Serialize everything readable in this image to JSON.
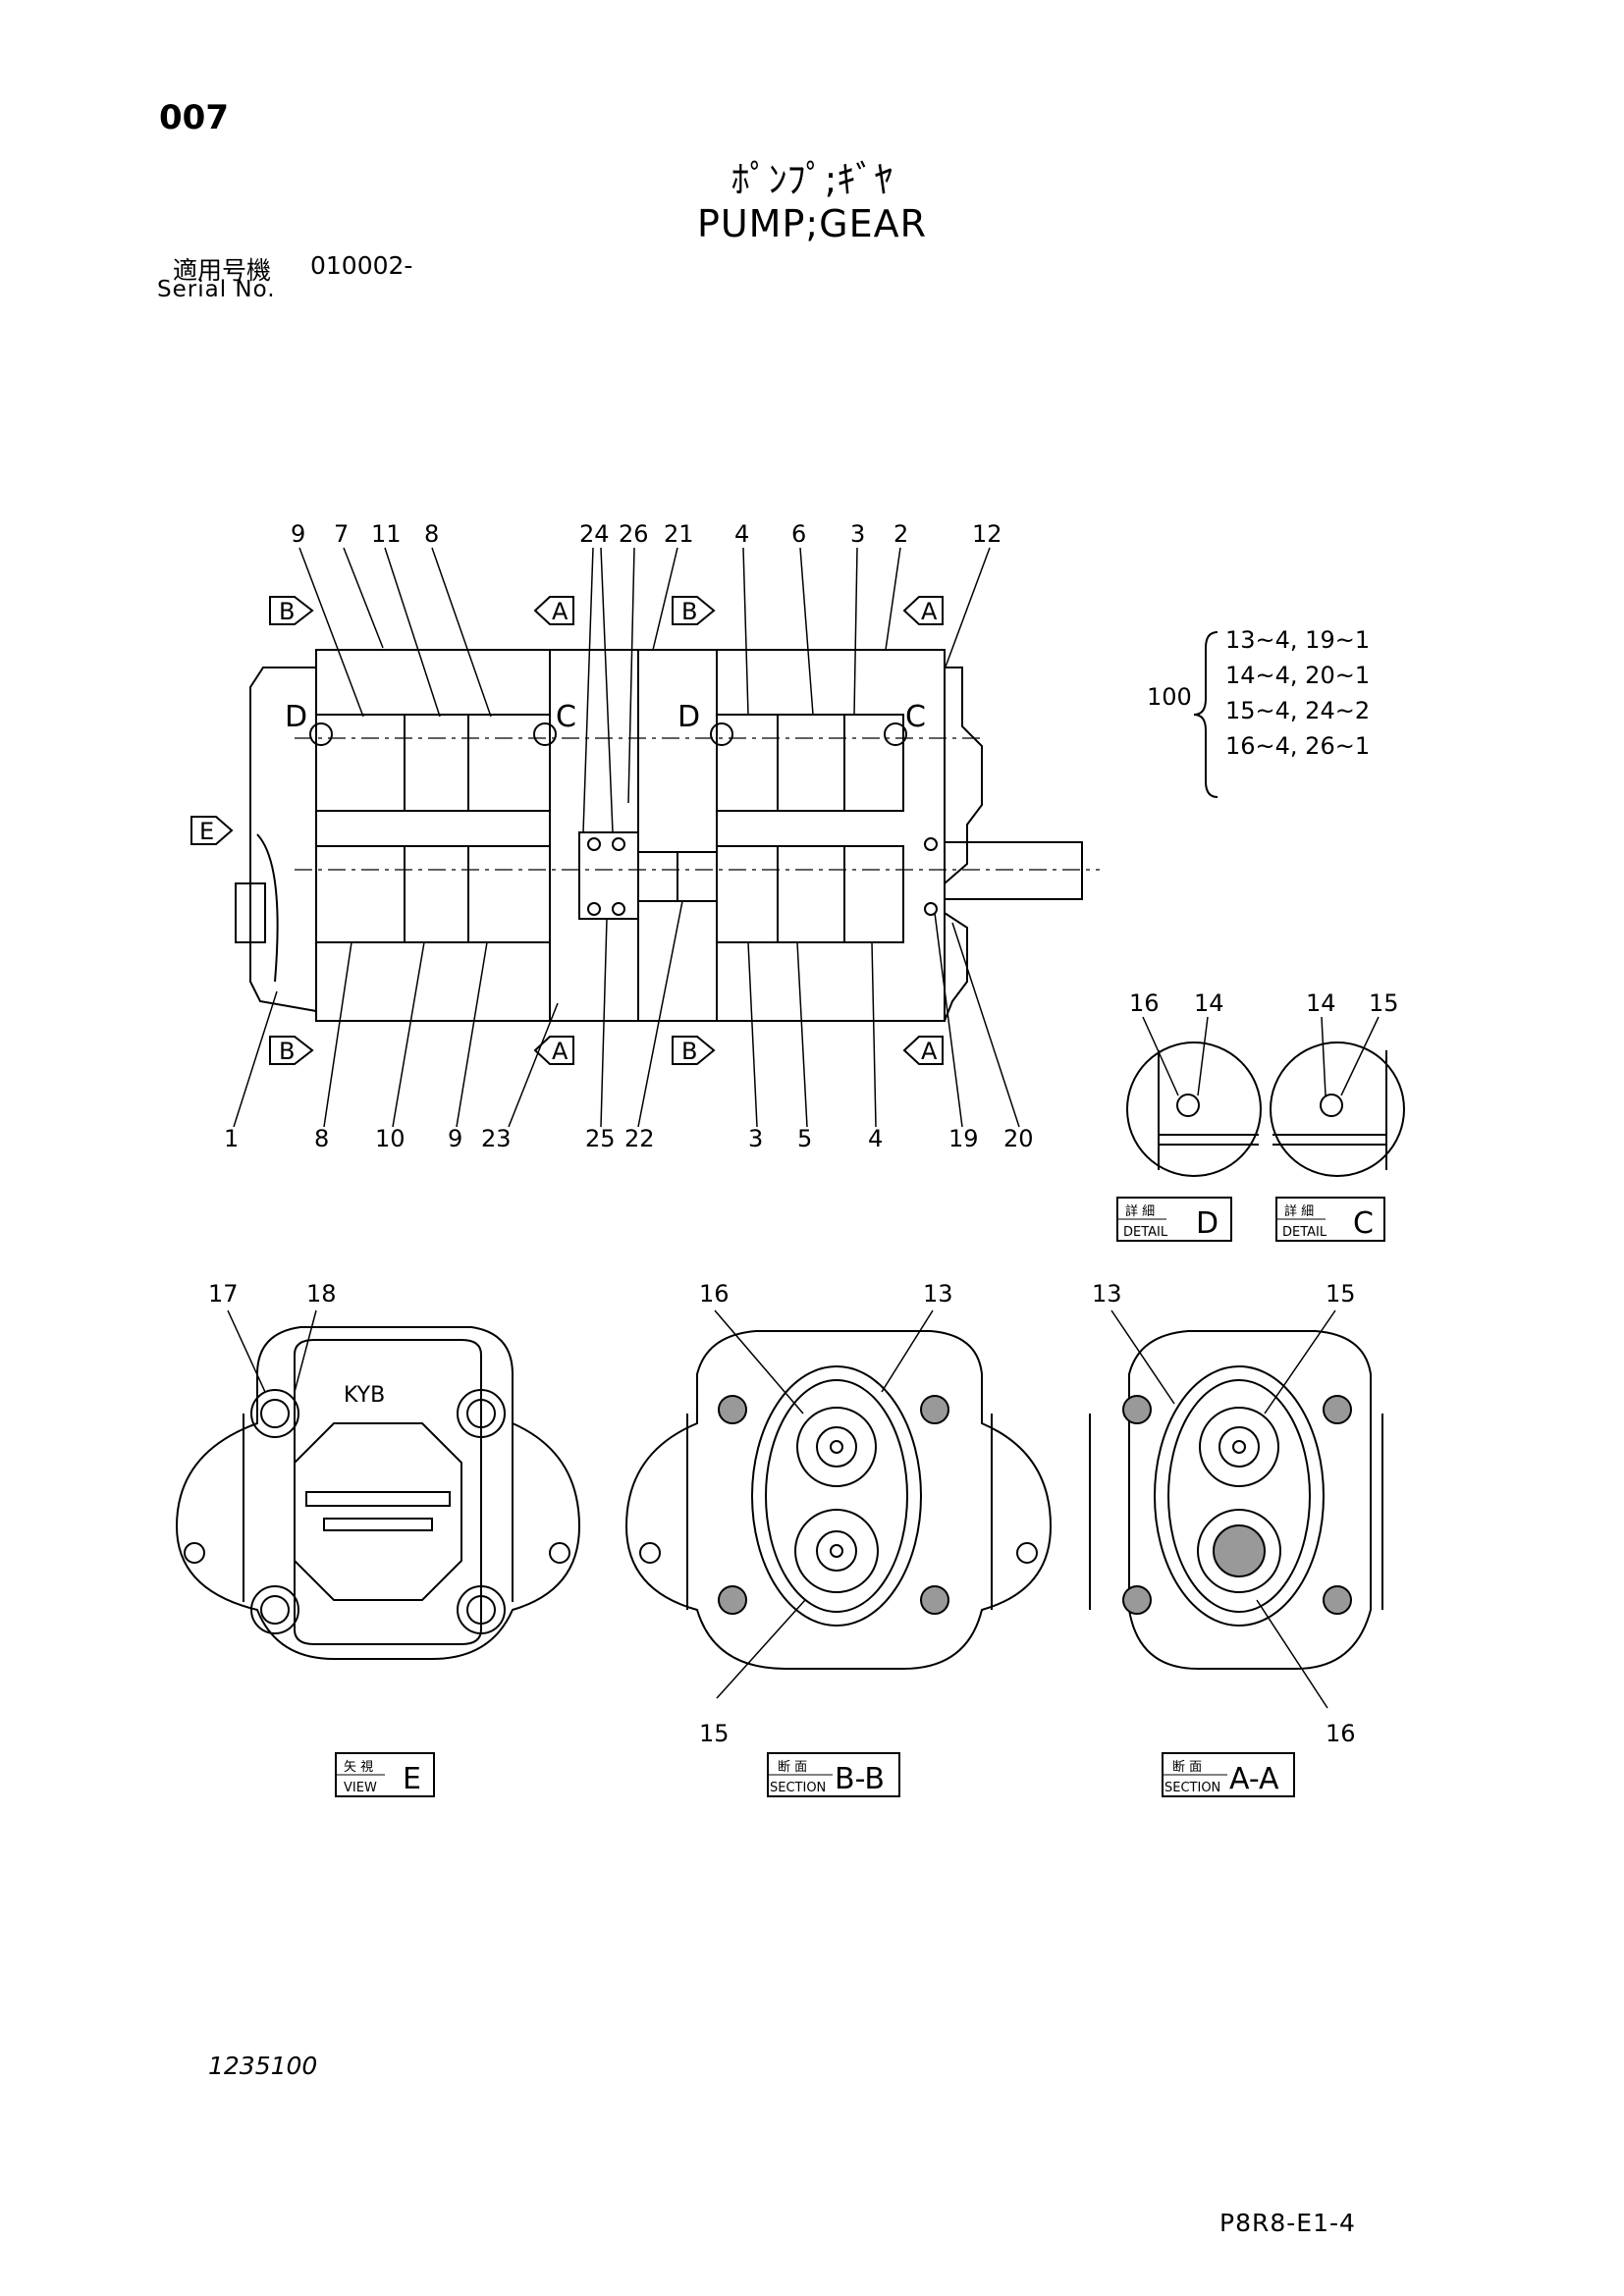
{
  "page_number": "007",
  "title_jp": "ﾎﾟﾝﾌﾟ;ｷﾞﾔ",
  "title_en": "PUMP;GEAR",
  "serial": {
    "label_jp": "適用号機",
    "label_en": "Serial No.",
    "value": "010002-"
  },
  "callouts_top": [
    "9",
    "7",
    "11",
    "8",
    "24",
    "26",
    "21",
    "4",
    "6",
    "3",
    "2",
    "12"
  ],
  "callouts_bottom": [
    "1",
    "8",
    "10",
    "9",
    "23",
    "25",
    "22",
    "3",
    "5",
    "4",
    "19",
    "20"
  ],
  "section_markers": {
    "b": "B",
    "a": "A",
    "c": "C",
    "d": "D",
    "e": "E"
  },
  "kit": {
    "number": "100",
    "items": [
      "13~4, 19~1",
      "14~4, 20~1",
      "15~4, 24~2",
      "16~4, 26~1"
    ]
  },
  "details": [
    {
      "jp": "詳 細",
      "en": "DETAIL",
      "letter": "D",
      "labels": [
        "16",
        "14"
      ]
    },
    {
      "jp": "詳 細",
      "en": "DETAIL",
      "letter": "C",
      "labels": [
        "14",
        "15"
      ]
    }
  ],
  "views": [
    {
      "jp": "矢 視",
      "en": "VIEW",
      "letter": "E",
      "labels": [
        "17",
        "18"
      ],
      "logo": "KYB"
    },
    {
      "jp": "断 面",
      "en": "SECTION",
      "letter": "B-B",
      "labels": [
        "16",
        "13",
        "15"
      ]
    },
    {
      "jp": "断 面",
      "en": "SECTION",
      "letter": "A-A",
      "labels": [
        "13",
        "15",
        "16"
      ]
    }
  ],
  "document_number": "1235100",
  "sheet_code": "P8R8-E1-4"
}
